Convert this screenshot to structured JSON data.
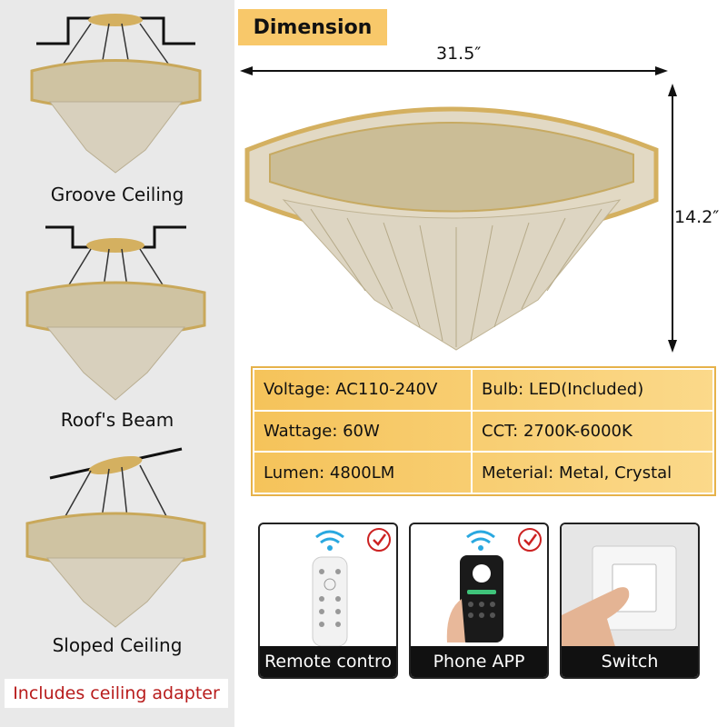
{
  "mounting": {
    "groove_label": "Groove Ceiling",
    "beam_label": "Roof's Beam",
    "sloped_label": "Sloped Ceiling",
    "adapter_note": "Includes ceiling adapter"
  },
  "dimension": {
    "title": "Dimension",
    "width": "31.5″",
    "height": "14.2″"
  },
  "specs": {
    "voltage": "Voltage: AC110-240V",
    "bulb": "Bulb: LED(Included)",
    "wattage": "Wattage: 60W",
    "cct": "CCT: 2700K-6000K",
    "lumen": "Lumen: 4800LM",
    "material": "Meterial: Metal, Crystal"
  },
  "features": {
    "remote_label": "Remote contro",
    "phone_label": "Phone APP",
    "switch_label": "Switch"
  },
  "colors": {
    "gold": "#d4b060",
    "spec_bg": "#f5c35a",
    "accent_red": "#b81c1c"
  }
}
